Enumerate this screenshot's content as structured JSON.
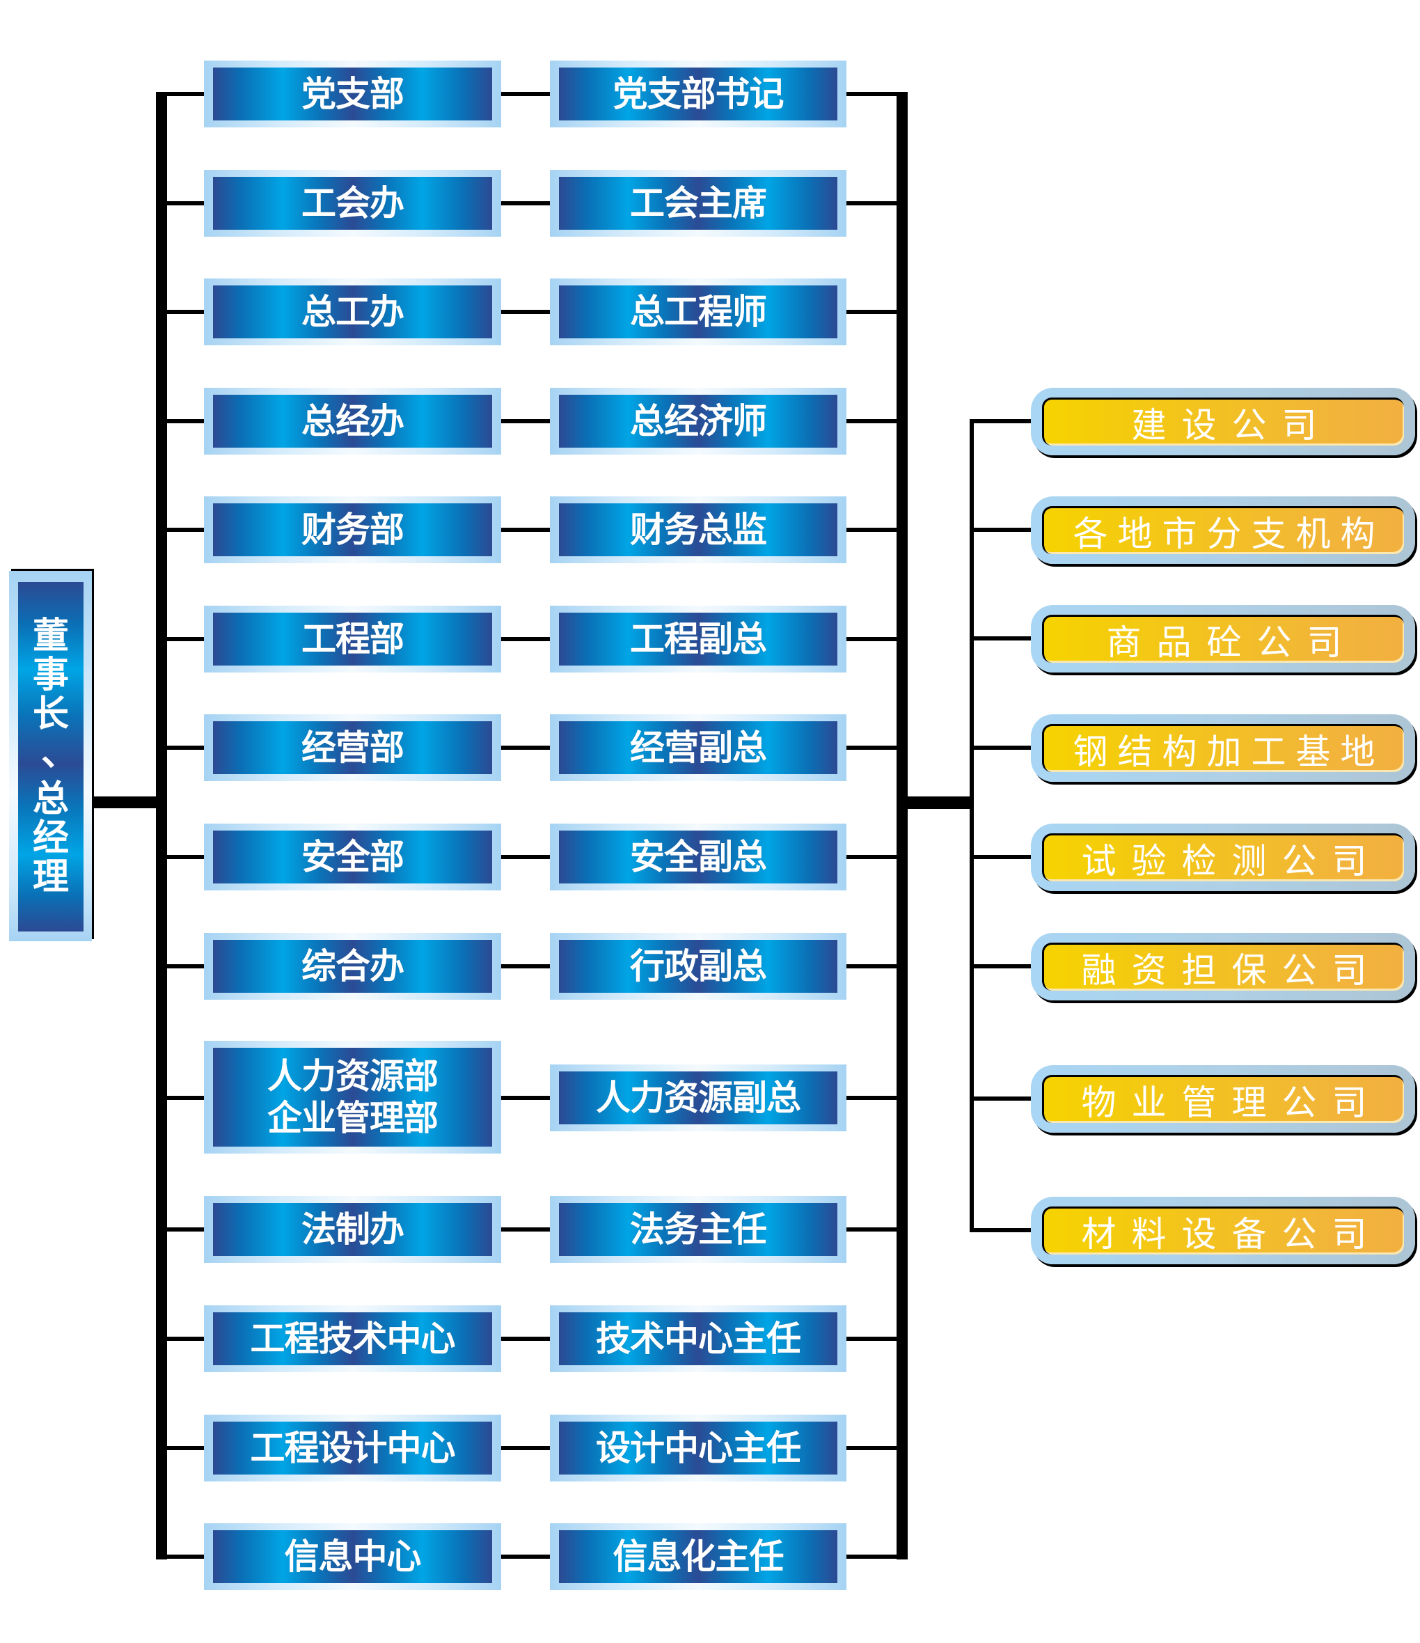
{
  "title": "董事长、总经理",
  "root": {
    "label_chars": [
      "董",
      "事",
      "长",
      "、",
      "总",
      "经",
      "理"
    ],
    "label": "董事长、总经理"
  },
  "departments": [
    {
      "dept": "党支部",
      "head": "党支部书记"
    },
    {
      "dept": "工会办",
      "head": "工会主席"
    },
    {
      "dept": "总工办",
      "head": "总工程师"
    },
    {
      "dept": "总经办",
      "head": "总经济师"
    },
    {
      "dept": "财务部",
      "head": "财务总监"
    },
    {
      "dept": "工程部",
      "head": "工程副总"
    },
    {
      "dept": "经营部",
      "head": "经营副总"
    },
    {
      "dept": "安全部",
      "head": "安全副总"
    },
    {
      "dept": "综合办",
      "head": "行政副总"
    },
    {
      "dept": "人力资源部",
      "dept_line2": "企业管理部",
      "head": "人力资源副总"
    },
    {
      "dept": "法制办",
      "head": "法务主任"
    },
    {
      "dept": "工程技术中心",
      "head": "技术中心主任"
    },
    {
      "dept": "工程设计中心",
      "head": "设计中心主任"
    },
    {
      "dept": "信息中心",
      "head": "信息化主任"
    }
  ],
  "subsidiaries": [
    "建设公司",
    "各地市分支机构",
    "商品砼公司",
    "钢结构加工基地",
    "试验检测公司",
    "融资担保公司",
    "物业管理公司",
    "材料设备公司"
  ],
  "colors": {
    "dept_box_dark": "#2c4a93",
    "dept_box_bright": "#00a5e5",
    "dept_box_frame": "#a6d3f3",
    "subsidiary_fill_left": "#f6d300",
    "subsidiary_fill_right": "#f2b040",
    "subsidiary_frame": "#a9d6f4",
    "connector": "#000000",
    "text": "#ffffff"
  }
}
